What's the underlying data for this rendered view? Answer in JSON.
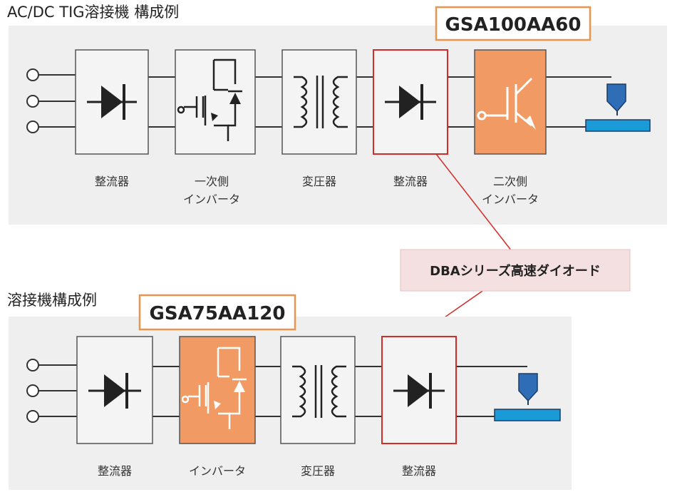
{
  "top": {
    "title": "AC/DC TIG溶接機 構成例",
    "part_number": "GSA100AA60",
    "labels": {
      "rectifier1": "整流器",
      "primary_inverter_l1": "一次側",
      "primary_inverter_l2": "インバータ",
      "transformer": "変圧器",
      "rectifier2": "整流器",
      "secondary_inverter_l1": "二次側",
      "secondary_inverter_l2": "インバータ"
    }
  },
  "callout": {
    "text": "DBAシリーズ高速ダイオード"
  },
  "bottom": {
    "title": "溶接機構成例",
    "part_number": "GSA75AA120",
    "labels": {
      "rectifier1": "整流器",
      "inverter": "インバータ",
      "transformer": "変圧器",
      "rectifier2": "整流器"
    }
  },
  "colors": {
    "highlight_orange": "#f29a63",
    "part_border_orange": "#e8954f",
    "dba_highlight_red": "#d42a2a",
    "callout_fill": "#f4e0e0",
    "panel_bg": "#efefef",
    "electrode_blue": "#2f6db6",
    "workpiece_blue": "#1a9ad6"
  }
}
